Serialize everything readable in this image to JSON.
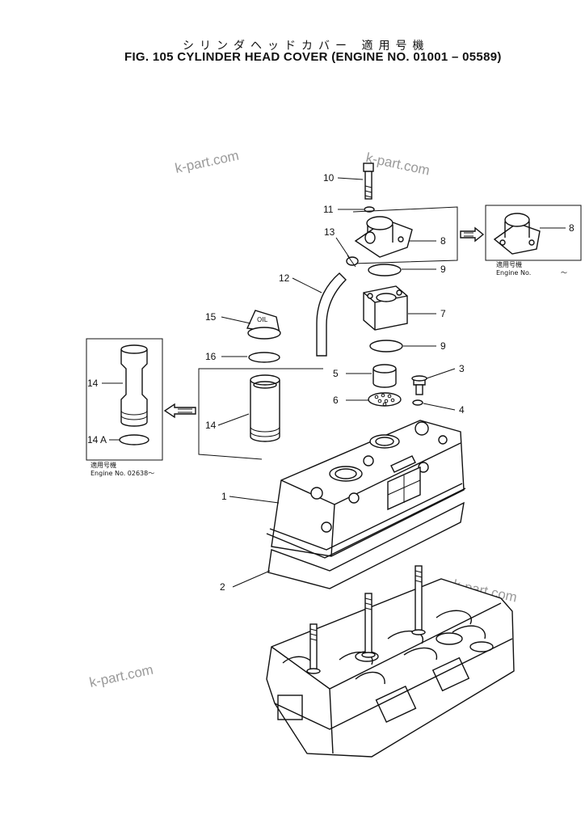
{
  "title_jp": "シリンダヘッドカバー 適用号機",
  "title_en": "FIG. 105 CYLINDER HEAD COVER (ENGINE NO. 01001 – 05589)",
  "watermark": "k-part.com",
  "callouts": {
    "c1": "1",
    "c2": "2",
    "c3": "3",
    "c4": "4",
    "c5": "5",
    "c6": "6",
    "c7": "7",
    "c8": "8",
    "c8b": "8",
    "c9a": "9",
    "c9b": "9",
    "c10": "10",
    "c11": "11",
    "c12": "12",
    "c13": "13",
    "c14": "14",
    "c14b": "14",
    "c14a": "14 A",
    "c15": "15",
    "c16": "16"
  },
  "inset_right": {
    "jp": "適用号機",
    "engine": "Engine No.",
    "range": "～"
  },
  "inset_left": {
    "jp": "適用号機",
    "engine": "Engine No. 02638～"
  }
}
